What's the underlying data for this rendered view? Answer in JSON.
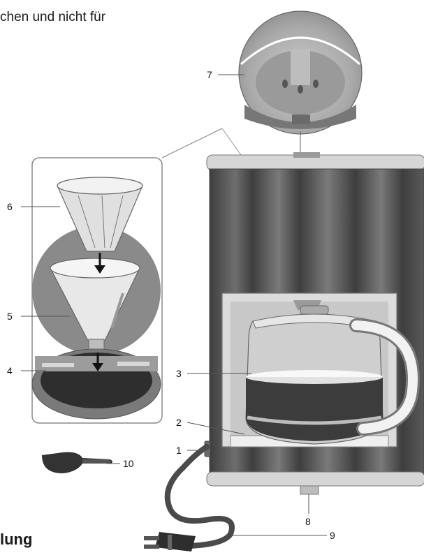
{
  "document": {
    "header_text": "chen und nicht für",
    "section_heading": "lung"
  },
  "parts": [
    {
      "id": "1",
      "label": "1"
    },
    {
      "id": "2",
      "label": "2"
    },
    {
      "id": "3",
      "label": "3"
    },
    {
      "id": "4",
      "label": "4"
    },
    {
      "id": "5",
      "label": "5"
    },
    {
      "id": "6",
      "label": "6"
    },
    {
      "id": "7",
      "label": "7"
    },
    {
      "id": "8",
      "label": "8"
    },
    {
      "id": "9",
      "label": "9"
    },
    {
      "id": "10",
      "label": "10"
    }
  ],
  "colors": {
    "body_dark": "#4a4a4a",
    "body_light": "#8a8a8a",
    "panel_light": "#d9d9d9",
    "glass": "#bfbfbf",
    "coffee": "#3a3a3a",
    "outline": "#555555"
  }
}
